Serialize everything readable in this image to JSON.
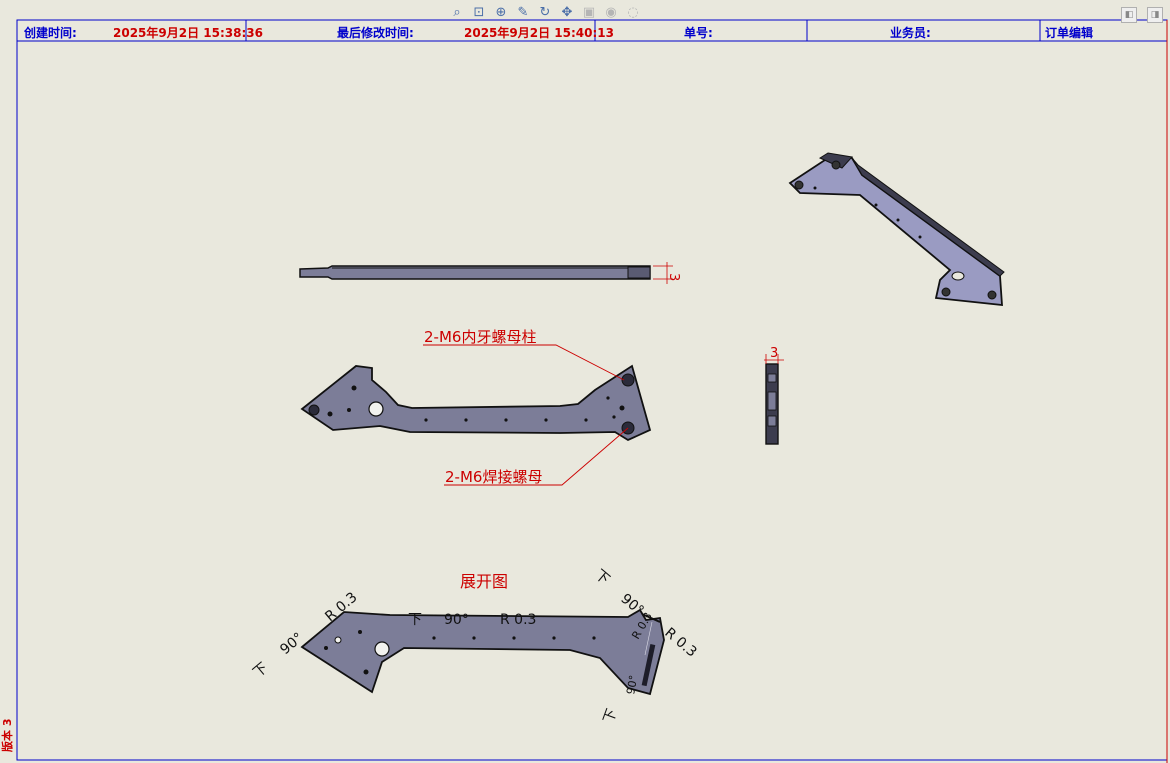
{
  "title_block": {
    "create_time_label": "创建时间:",
    "create_time_value": "2025年9月2日 15:38:36",
    "modified_time_label": "最后修改时间:",
    "modified_time_value": "2025年9月2日 15:40:13",
    "order_no_label": "单号:",
    "salesperson_label": "业务员:",
    "corner_text": "订单编辑"
  },
  "toolbar": {
    "icons": [
      "zoom-to-fit-icon",
      "zoom-area-icon",
      "zoom-in-out-icon",
      "select-icon",
      "rotate-icon",
      "pan-icon",
      "view-orientation-icon",
      "display-style-icon",
      "hide-show-icon"
    ]
  },
  "side_marks": {
    "left_mid": "。。",
    "left_bottom": "版本 3"
  },
  "annotations": {
    "thickness_top": "3",
    "thickness_side": "3",
    "nut_post_callout": "2-M6内牙螺母柱",
    "weld_nut_callout": "2-M6焊接螺母",
    "flat_pattern_title": "展开图",
    "bend_left_dir": "下",
    "bend_left_angle": "90°",
    "bend_left_radius": "R 0.3",
    "bend_mid_dir": "下",
    "bend_mid_angle": "90°",
    "bend_mid_radius": "R 0.3",
    "bend_right_top_dir": "下",
    "bend_right_top_angle": "90°",
    "bend_right_top_radius": "R 0.3",
    "bend_right_bottom_dir": "下",
    "bend_right_bottom_angle": "90°",
    "bend_right_bottom_radius": "R 0.3"
  },
  "colors": {
    "background": "#e9e8dd",
    "frame_line": "#0000cc",
    "dimension_red": "#cc0000",
    "part_fill": "#7c7d98",
    "part_edge": "#111111"
  }
}
